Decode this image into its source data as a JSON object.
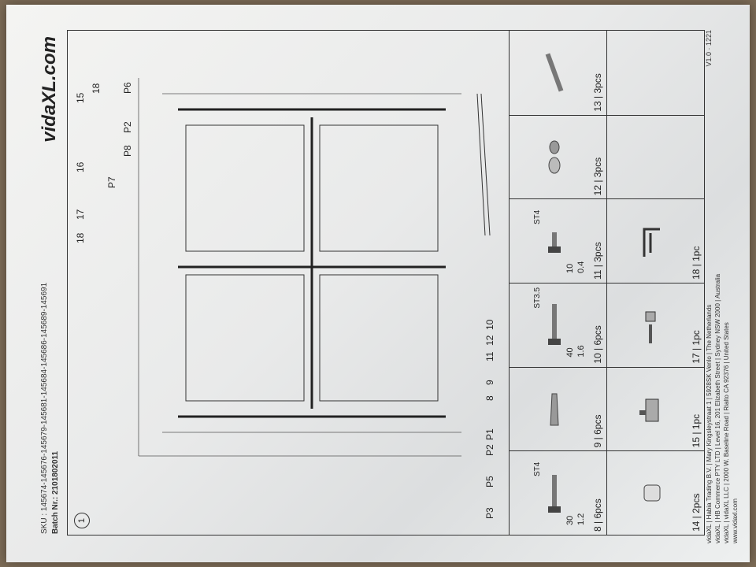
{
  "header": {
    "logo": "vidaXL.com",
    "sku": "SKU : 145674-145676-145679-145681-145684-145686-145689-145691",
    "batch": "Batch Nr.: 2101802011"
  },
  "step": "1",
  "callouts": {
    "c15": "15",
    "c16": "16",
    "c17": "17",
    "c18a": "18",
    "c18b": "18",
    "p1": "P1",
    "p2a": "P2",
    "p2b": "P2",
    "p3": "P3",
    "p5": "P5",
    "p6": "P6",
    "p7": "P7",
    "p8": "P8",
    "c8": "8",
    "c9": "9",
    "c10": "10",
    "c11": "11",
    "c12": "12"
  },
  "parts": [
    {
      "label": "8 | 6pcs",
      "dim1": "30",
      "dim2": "1.2",
      "spec": "ST4",
      "icon": "screw-icon"
    },
    {
      "label": "9 | 6pcs",
      "icon": "wall-plug-icon"
    },
    {
      "label": "10 | 6pcs",
      "dim1": "40",
      "dim2": "1.6",
      "spec": "ST3.5",
      "icon": "screw-icon"
    },
    {
      "label": "11 | 3pcs",
      "dim1": "10",
      "dim2": "0.4",
      "spec": "ST4",
      "icon": "screw-icon"
    },
    {
      "label": "12 | 3pcs",
      "icon": "cap-icon"
    },
    {
      "label": "13 | 3pcs",
      "icon": "threaded-rod-icon"
    },
    {
      "label": "14 | 2pcs",
      "icon": "cylinder-icon"
    },
    {
      "label": "15 | 1pc",
      "icon": "bracket-icon"
    },
    {
      "label": "17 | 1pc",
      "icon": "bolt-set-icon"
    },
    {
      "label": "18 | 1pc",
      "icon": "allen-key-icon"
    }
  ],
  "footer": {
    "line1": "vidaXL | Habia Trading B.V. | Mary Kingsleystraat 1 | 5928SK Venlo | The Netherlands",
    "line2": "vidaXL | HB Commerce PTY LTD | Level 16, 201 Elizabeth Street | Sydney NSW 2000 | Australia",
    "line3": "vidaXL | vidaXL LLC | 2000 W. Baseline Road | Rialto CA 92376 | United States",
    "line4": "www.vidaxl.com"
  },
  "version": "V1.0 · 1221"
}
